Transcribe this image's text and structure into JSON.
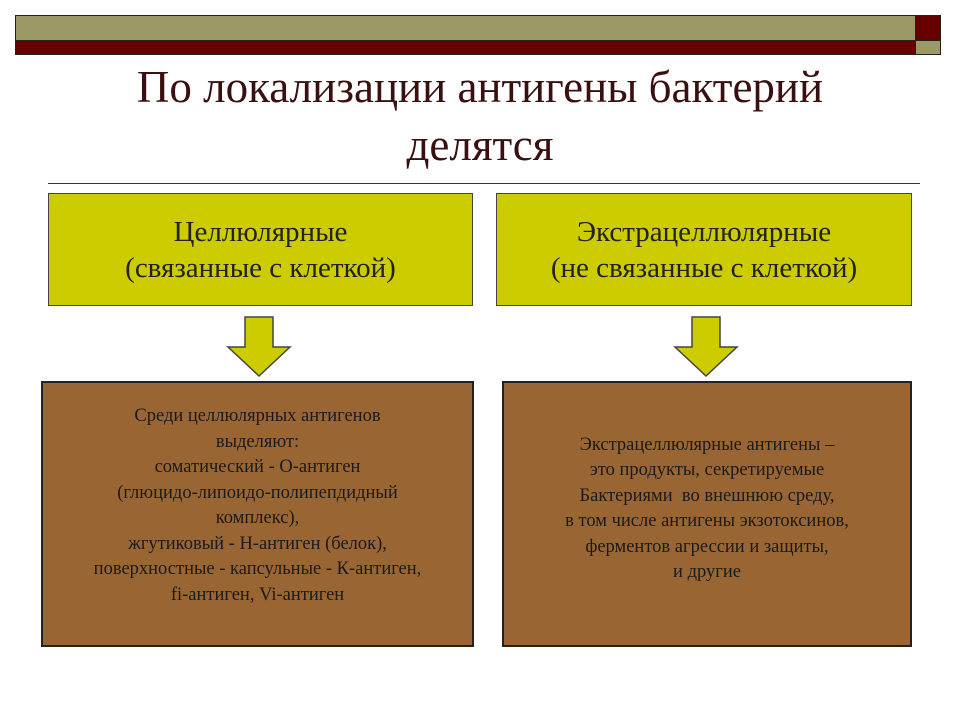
{
  "colors": {
    "olive": "#9c9966",
    "maroon": "#660000",
    "yellow": "#cccc00",
    "brown": "#996633"
  },
  "title": {
    "line1": "По локализации антигены бактерий",
    "line2": "делятся"
  },
  "left_header": {
    "line1": "Целлюлярные",
    "line2": "(связанные с клеткой)"
  },
  "right_header": {
    "line1": "Экстрацеллюлярные",
    "line2": "(не связанные с клеткой)"
  },
  "left_body": [
    "Среди целлюлярных антигенов",
    "выделяют:",
    "соматический - О-антиген",
    "(глюцидо-липоидо-полипепдидный",
    "комплекс),",
    "жгутиковый - Н-антиген (белок),",
    "поверхностные - капсульные - К-антиген,",
    "fi-антиген, Vi-антиген"
  ],
  "right_body": [
    "Экстрацеллюлярные антигены –",
    "это продукты, секретируемые",
    "Бактериями  во внешнюю среду,",
    "в том числе антигены экзотоксинов,",
    "ферментов агрессии и защиты,",
    "и другие"
  ]
}
